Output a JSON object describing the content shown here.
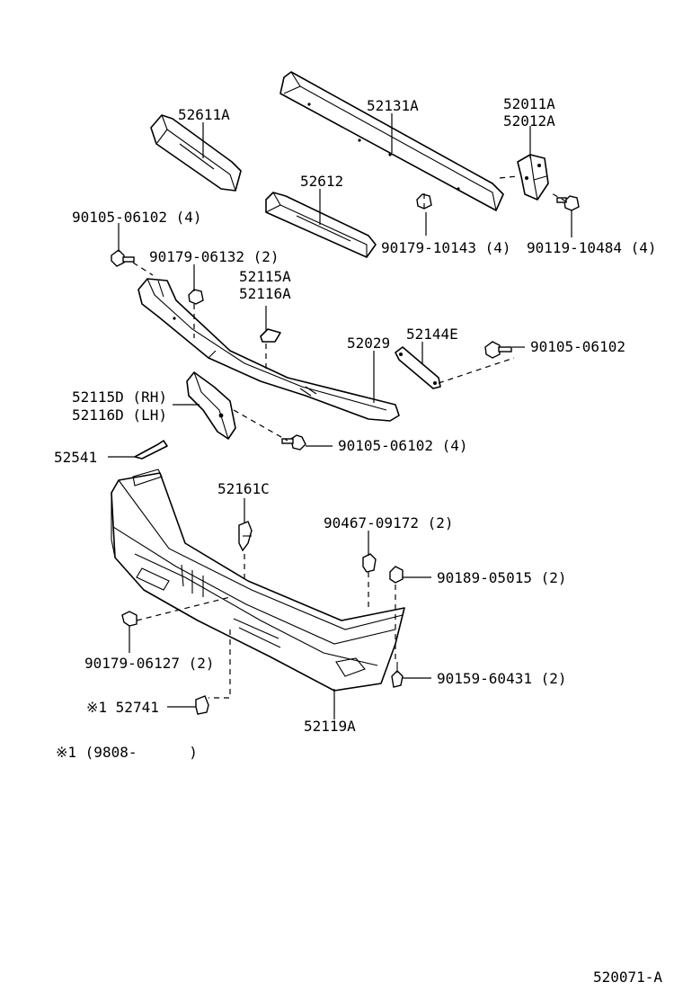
{
  "diagram": {
    "labels": {
      "p52611A": "52611A",
      "p52131A": "52131A",
      "p52011A": "52011A",
      "p52012A": "52012A",
      "p52612": "52612",
      "p90105_06102_4_top": "90105-06102 (4)",
      "p90179_06132": "90179-06132 (2)",
      "p90179_10143": "90179-10143 (4)",
      "p90119_10484": "90119-10484 (4)",
      "p52115A": "52115A",
      "p52116A": "52116A",
      "p52029": "52029",
      "p52144E": "52144E",
      "p90105_06102": "90105-06102",
      "p52115D": "52115D (RH)",
      "p52116D": "52116D (LH)",
      "p90105_06102_4_mid": "90105-06102 (4)",
      "p52541": "52541",
      "p52161C": "52161C",
      "p90467_09172": "90467-09172 (2)",
      "p90189_05015": "90189-05015 (2)",
      "p90179_06127": "90179-06127 (2)",
      "p90159_60431": "90159-60431 (2)",
      "p52741": "※1 52741",
      "p52119A": "52119A",
      "footnote": "※1 (9808-      )",
      "diagram_id": "520071-A"
    }
  }
}
